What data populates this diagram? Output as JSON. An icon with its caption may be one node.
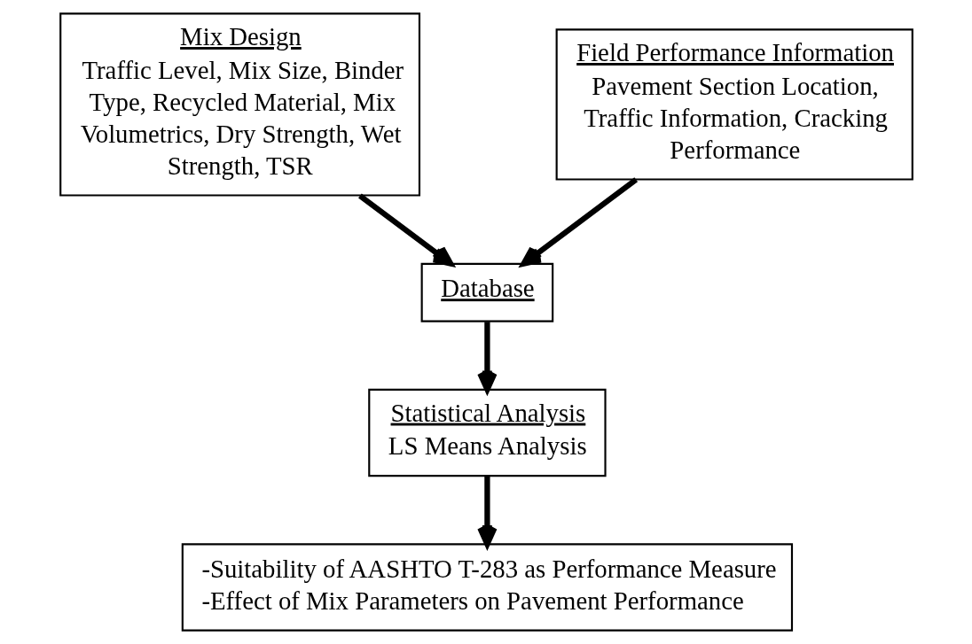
{
  "diagram": {
    "nodes": [
      {
        "text": [
          "Mix Design",
          "Traffic Level, Mix Size, Binder Type, Recycled Material, Mix Volumetrics, Dry Strength, Wet Strength, TSR"
        ]
      },
      {
        "text": [
          "Field Performance Information",
          "Pavement Section Location, Traffic Information, Cracking Performance"
        ]
      },
      {
        "text": [
          "Database"
        ]
      },
      {
        "text": [
          "Statistical Analysis",
          "LS Means Analysis"
        ]
      },
      {
        "text": [
          "-Suitability of AASHTO T-283 as Performance Measure",
          "-Effect of Mix Parameters on Pavement Performance"
        ]
      }
    ],
    "edges": [
      {
        "from": 0,
        "to": 2,
        "arrow": "to"
      },
      {
        "from": 1,
        "to": 2,
        "arrow": "to"
      },
      {
        "from": 2,
        "to": 3,
        "arrow": "to"
      },
      {
        "from": 3,
        "to": 4,
        "arrow": "to"
      }
    ]
  }
}
